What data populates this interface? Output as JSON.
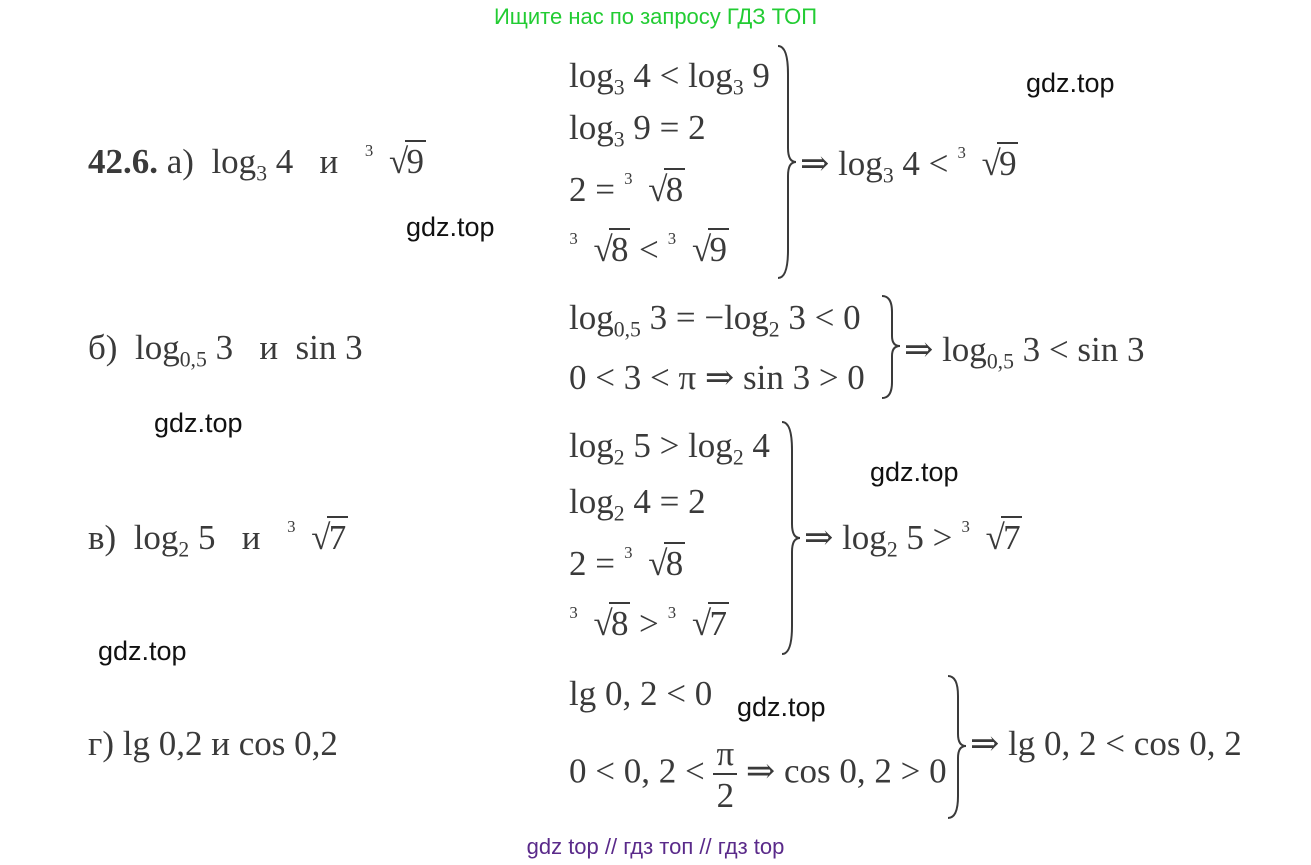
{
  "header": {
    "banner": "Ищите нас по запросу ГДЗ ТОП"
  },
  "watermarks": [
    "gdz.top",
    "gdz.top",
    "gdz.top",
    "gdz.top",
    "gdz.top",
    "gdz.top"
  ],
  "problem": {
    "number": "42.6.",
    "a": {
      "label": "а)",
      "log_base": "3",
      "log_arg": "4",
      "conj": "и",
      "root_index": "3",
      "root_arg": "9",
      "line1": {
        "left_base": "3",
        "left_arg": "4",
        "rel": "<",
        "right_base": "3",
        "right_arg": "9"
      },
      "line2": {
        "base": "3",
        "arg": "9",
        "rhs": "= 2"
      },
      "line3": {
        "lhs": "2 =",
        "root_index": "3",
        "root_arg": "8"
      },
      "line4": {
        "l_index": "3",
        "l_arg": "8",
        "rel": "<",
        "r_index": "3",
        "r_arg": "9"
      },
      "conclusion": {
        "arrow": "⇒",
        "base": "3",
        "arg": "4",
        "rel": "<",
        "root_index": "3",
        "root_arg": "9"
      }
    },
    "b": {
      "label": "б)",
      "log_base": "0,5",
      "log_arg": "3",
      "conj": "и",
      "trig": "sin 3",
      "line1": {
        "base": "0,5",
        "arg": "3",
        "mid": "= −log",
        "base2": "2",
        "tail": "3 < 0"
      },
      "line2": {
        "text": "0 < 3 < π ⇒ sin 3 > 0"
      },
      "conclusion": {
        "arrow": "⇒",
        "base": "0,5",
        "arg": "3",
        "tail": "< sin 3"
      }
    },
    "c": {
      "label": "в)",
      "log_base": "2",
      "log_arg": "5",
      "conj": "и",
      "root_index": "3",
      "root_arg": "7",
      "line1": {
        "left_base": "2",
        "left_arg": "5",
        "rel": ">",
        "right_base": "2",
        "right_arg": "4"
      },
      "line2": {
        "base": "2",
        "arg": "4",
        "rhs": "= 2"
      },
      "line3": {
        "lhs": "2 =",
        "root_index": "3",
        "root_arg": "8"
      },
      "line4": {
        "l_index": "3",
        "l_arg": "8",
        "rel": ">",
        "r_index": "3",
        "r_arg": "7"
      },
      "conclusion": {
        "arrow": "⇒",
        "base": "2",
        "arg": "5",
        "rel": ">",
        "root_index": "3",
        "root_arg": "7"
      }
    },
    "d": {
      "label": "г)",
      "statement": "lg 0,2 и cos 0,2",
      "line1": {
        "text": "lg 0, 2 < 0"
      },
      "line2": {
        "lhs": "0 < 0, 2 <",
        "num": "π",
        "den": "2",
        "rhs": "⇒ cos 0, 2 > 0"
      },
      "conclusion": {
        "text": "⇒ lg 0, 2 < cos 0, 2"
      }
    }
  },
  "log_word": "log",
  "footer": {
    "text": "gdz top  //  гдз топ  //  гдз top"
  }
}
